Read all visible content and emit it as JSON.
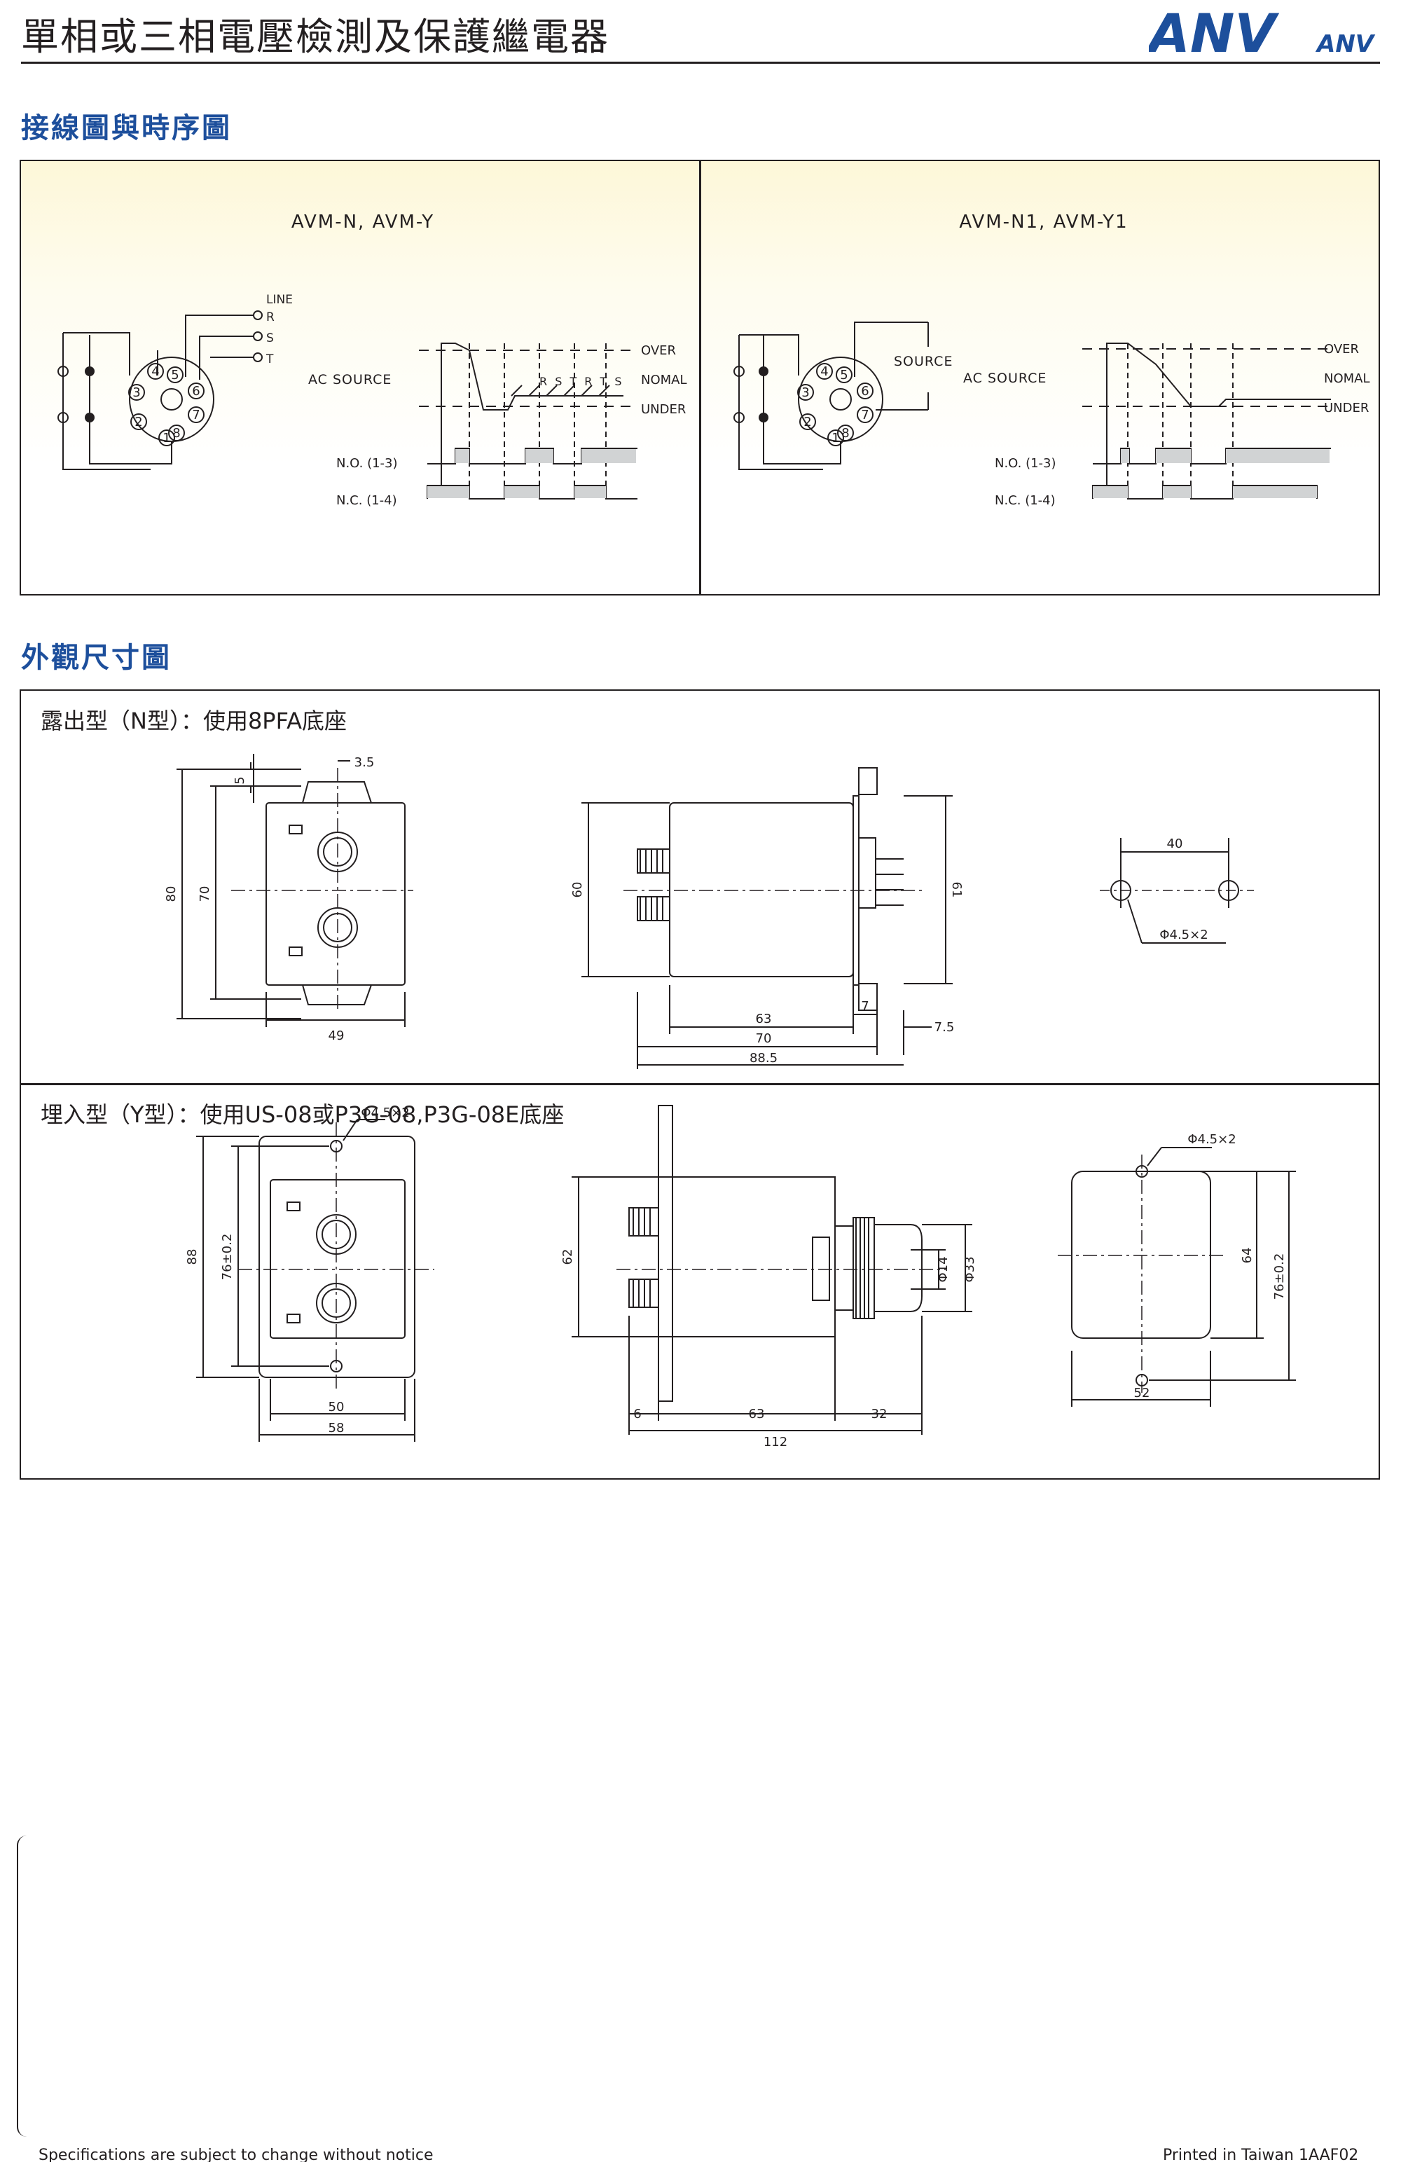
{
  "header": {
    "title": "單相或三相電壓檢測及保護繼電器",
    "logo_main": "ANV",
    "logo_sub": "ANV",
    "brand_color": "#1d4f9c"
  },
  "wiring_section": {
    "heading": "接線圖與時序圖",
    "left": {
      "model": "AVM-N, AVM-Y",
      "line_label": "LINE",
      "phase_labels": [
        "R",
        "S",
        "T"
      ],
      "ac_source": "AC SOURCE",
      "rst_label": "R S T R T S",
      "level_labels": [
        "OVER",
        "NOMAL",
        "UNDER"
      ],
      "no_label": "N.O.  (1-3)",
      "nc_label": "N.C.  (1-4)",
      "pins": [
        "1",
        "2",
        "3",
        "4",
        "5",
        "6",
        "7",
        "8"
      ]
    },
    "right": {
      "model": "AVM-N1, AVM-Y1",
      "source_label": "SOURCE",
      "ac_source": "AC SOURCE",
      "level_labels": [
        "OVER",
        "NOMAL",
        "UNDER"
      ],
      "no_label": "N.O.  (1-3)",
      "nc_label": "N.C.  (1-4)",
      "pins": [
        "1",
        "2",
        "3",
        "4",
        "5",
        "6",
        "7",
        "8"
      ]
    }
  },
  "dimension_section": {
    "heading": "外觀尺寸圖",
    "n_type": {
      "title": "露出型（N型）：使用8PFA底座",
      "front": {
        "d_top": "3.5",
        "d_5": "5",
        "d_80": "80",
        "d_70": "70",
        "d_49": "49"
      },
      "side": {
        "d_60": "60",
        "d_61": "61",
        "d_63": "63",
        "d_7": "7",
        "d_7_5": "7.5",
        "d_70": "70",
        "d_88_5": "88.5"
      },
      "mount": {
        "d_40": "40",
        "hole": "Φ4.5×2"
      }
    },
    "y_type": {
      "title": "埋入型（Y型）：使用US-08或P3G-08,P3G-08E底座",
      "front": {
        "hole": "Φ4.5×2",
        "d_88": "88",
        "d_76": "76±0.2",
        "d_50": "50",
        "d_58": "58"
      },
      "side": {
        "d_62": "62",
        "d_14": "Φ14",
        "d_33": "Φ33",
        "d_6": "6",
        "d_63": "63",
        "d_32": "32",
        "d_112": "112"
      },
      "cutout": {
        "hole": "Φ4.5×2",
        "d_64": "64",
        "d_76": "76±0.2",
        "d_52": "52"
      }
    }
  },
  "footer": {
    "left": "Specifications are subject to change without notice",
    "right": "Printed in Taiwan  1AAF02"
  }
}
